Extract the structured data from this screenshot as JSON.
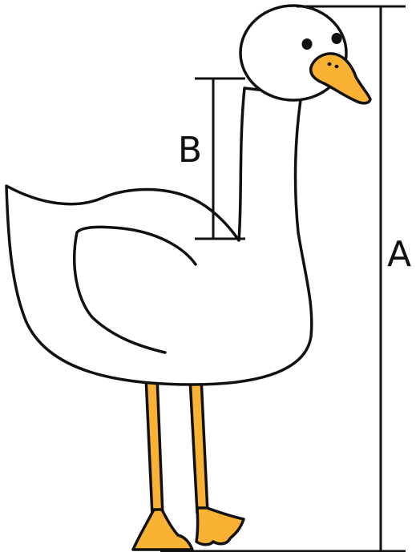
{
  "labels": {
    "total_height": "A",
    "neck_length": "B"
  },
  "colors": {
    "outline": "#111111",
    "body": "#ffffff",
    "beak_and_feet": "#F9B233",
    "eye": "#111111"
  },
  "icons": {
    "subject": "goose-illustration"
  }
}
